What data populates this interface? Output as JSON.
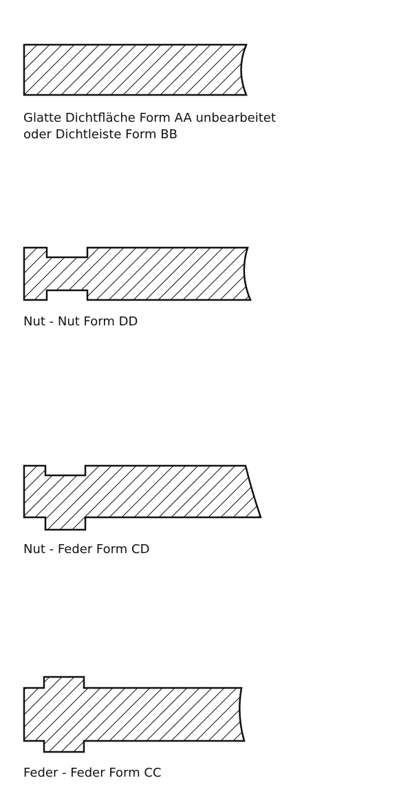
{
  "profiles": [
    {
      "id": "glatte-dichtflaeche",
      "caption_lines": [
        "Glatte Dichtfläche Form AA unbearbeitet",
        "oder Dichtleiste Form BB"
      ]
    },
    {
      "id": "nut-nut",
      "caption_lines": [
        "Nut - Nut Form DD"
      ]
    },
    {
      "id": "nut-feder",
      "caption_lines": [
        "Nut - Feder Form CD"
      ]
    },
    {
      "id": "feder-feder",
      "caption_lines": [
        "Feder - Feder Form CC"
      ]
    }
  ],
  "colors": {
    "outline": "#111111",
    "hatch": "#111111",
    "background": "#ffffff"
  }
}
